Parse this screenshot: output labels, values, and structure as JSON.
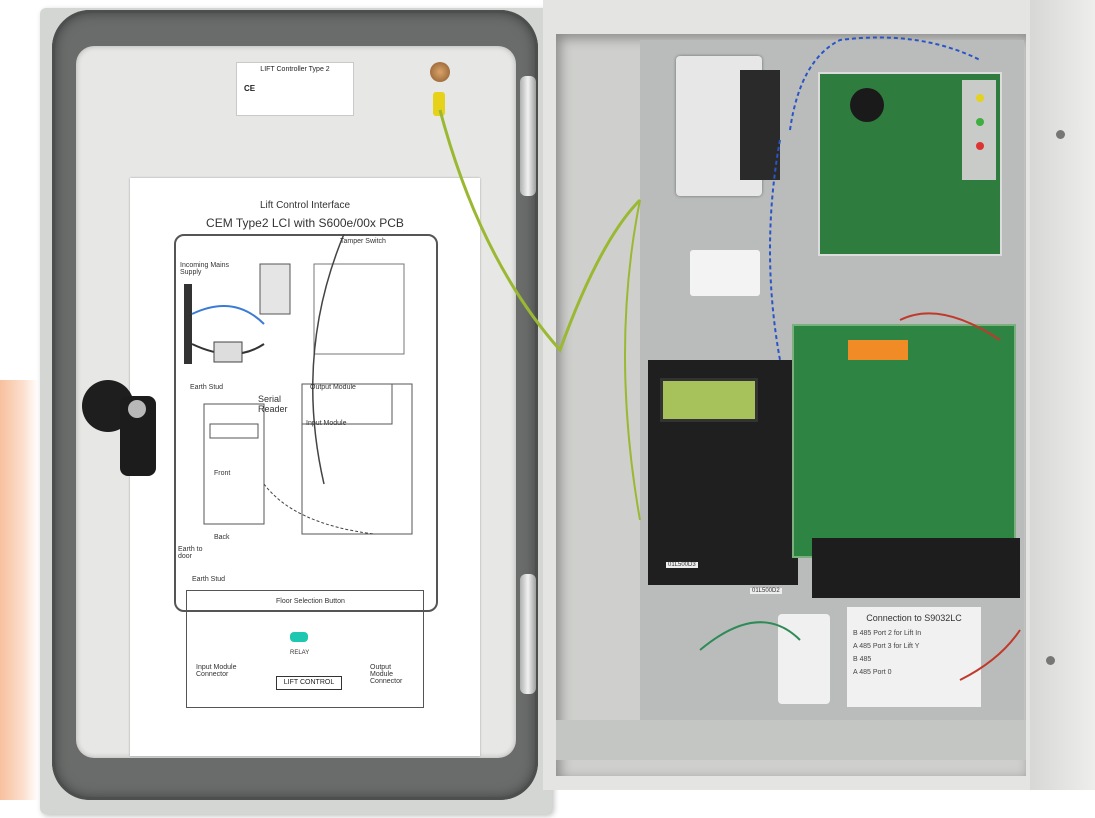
{
  "door": {
    "label_sticker": {
      "title": "LIFT Controller Type 2",
      "mark": "CE"
    },
    "diagram_sheet": {
      "title": "Lift Control Interface",
      "subtitle": "CEM Type2 LCI with S600e/00x PCB",
      "labels": {
        "tamper_switch": "Tamper Switch",
        "incoming_mains": "Incoming Mains Supply",
        "earth_stud": "Earth Stud",
        "serial_reader": "Serial Reader",
        "output_module": "Output Module",
        "input_module": "Input Module",
        "front": "Front",
        "back": "Back",
        "earth_to_door": "Earth to door",
        "earth_stud_2": "Earth Stud",
        "floor_selection_button": "Floor Selection Button",
        "input_module_connector": "Input Module Connector",
        "output_module_connector": "Output Module Connector",
        "lift_control": "LIFT CONTROL",
        "relay": "RELAY"
      }
    }
  },
  "cabinet": {
    "connector_card": {
      "title": "Connection to S9032LC",
      "rows": [
        "B 485 Port 2 for Lift In",
        "A 485 Port 3 for Lift Y",
        "B 485",
        "A 485 Port 0"
      ]
    },
    "board_labels": {
      "module_label_1": "01L500D3",
      "module_label_2": "01L500D2"
    }
  },
  "colors": {
    "door_gasket": "#6a6c6b",
    "cabinet_body": "#e4e5e2",
    "pcb_green": "#2e8543",
    "earth_wire": "#9ab832",
    "accent_stripe": "#f6b58c"
  }
}
